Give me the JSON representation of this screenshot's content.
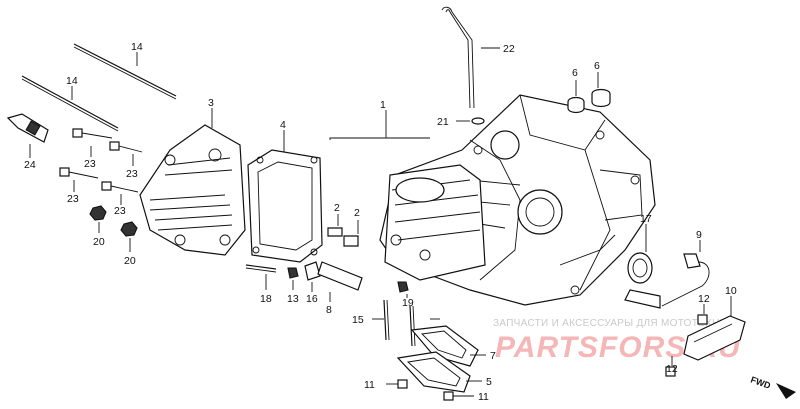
{
  "callouts": {
    "c1": "1",
    "c2a": "2",
    "c2b": "2",
    "c3": "3",
    "c4": "4",
    "c5": "5",
    "c6a": "6",
    "c6b": "6",
    "c7": "7",
    "c8": "8",
    "c9": "9",
    "c10": "10",
    "c11a": "11",
    "c11b": "11",
    "c12a": "12",
    "c12b": "12",
    "c13": "13",
    "c14a": "14",
    "c14b": "14",
    "c15": "15",
    "c16": "16",
    "c17": "17",
    "c18": "18",
    "c19": "19",
    "c20a": "20",
    "c20b": "20",
    "c21": "21",
    "c22": "22",
    "c23a": "23",
    "c23b": "23",
    "c23c": "23",
    "c23d": "23",
    "c24": "24"
  },
  "direction_label": "FWD",
  "watermark": {
    "line1": "ЗАПЧАСТИ И АКСЕССУАРЫ ДЛЯ МОТОТЕХНИКИ",
    "line2": "PARTSFORS.RU"
  },
  "colors": {
    "ink": "#111111",
    "watermark_text": "#c9c9c9",
    "watermark_logo": "#f4b6b6"
  }
}
